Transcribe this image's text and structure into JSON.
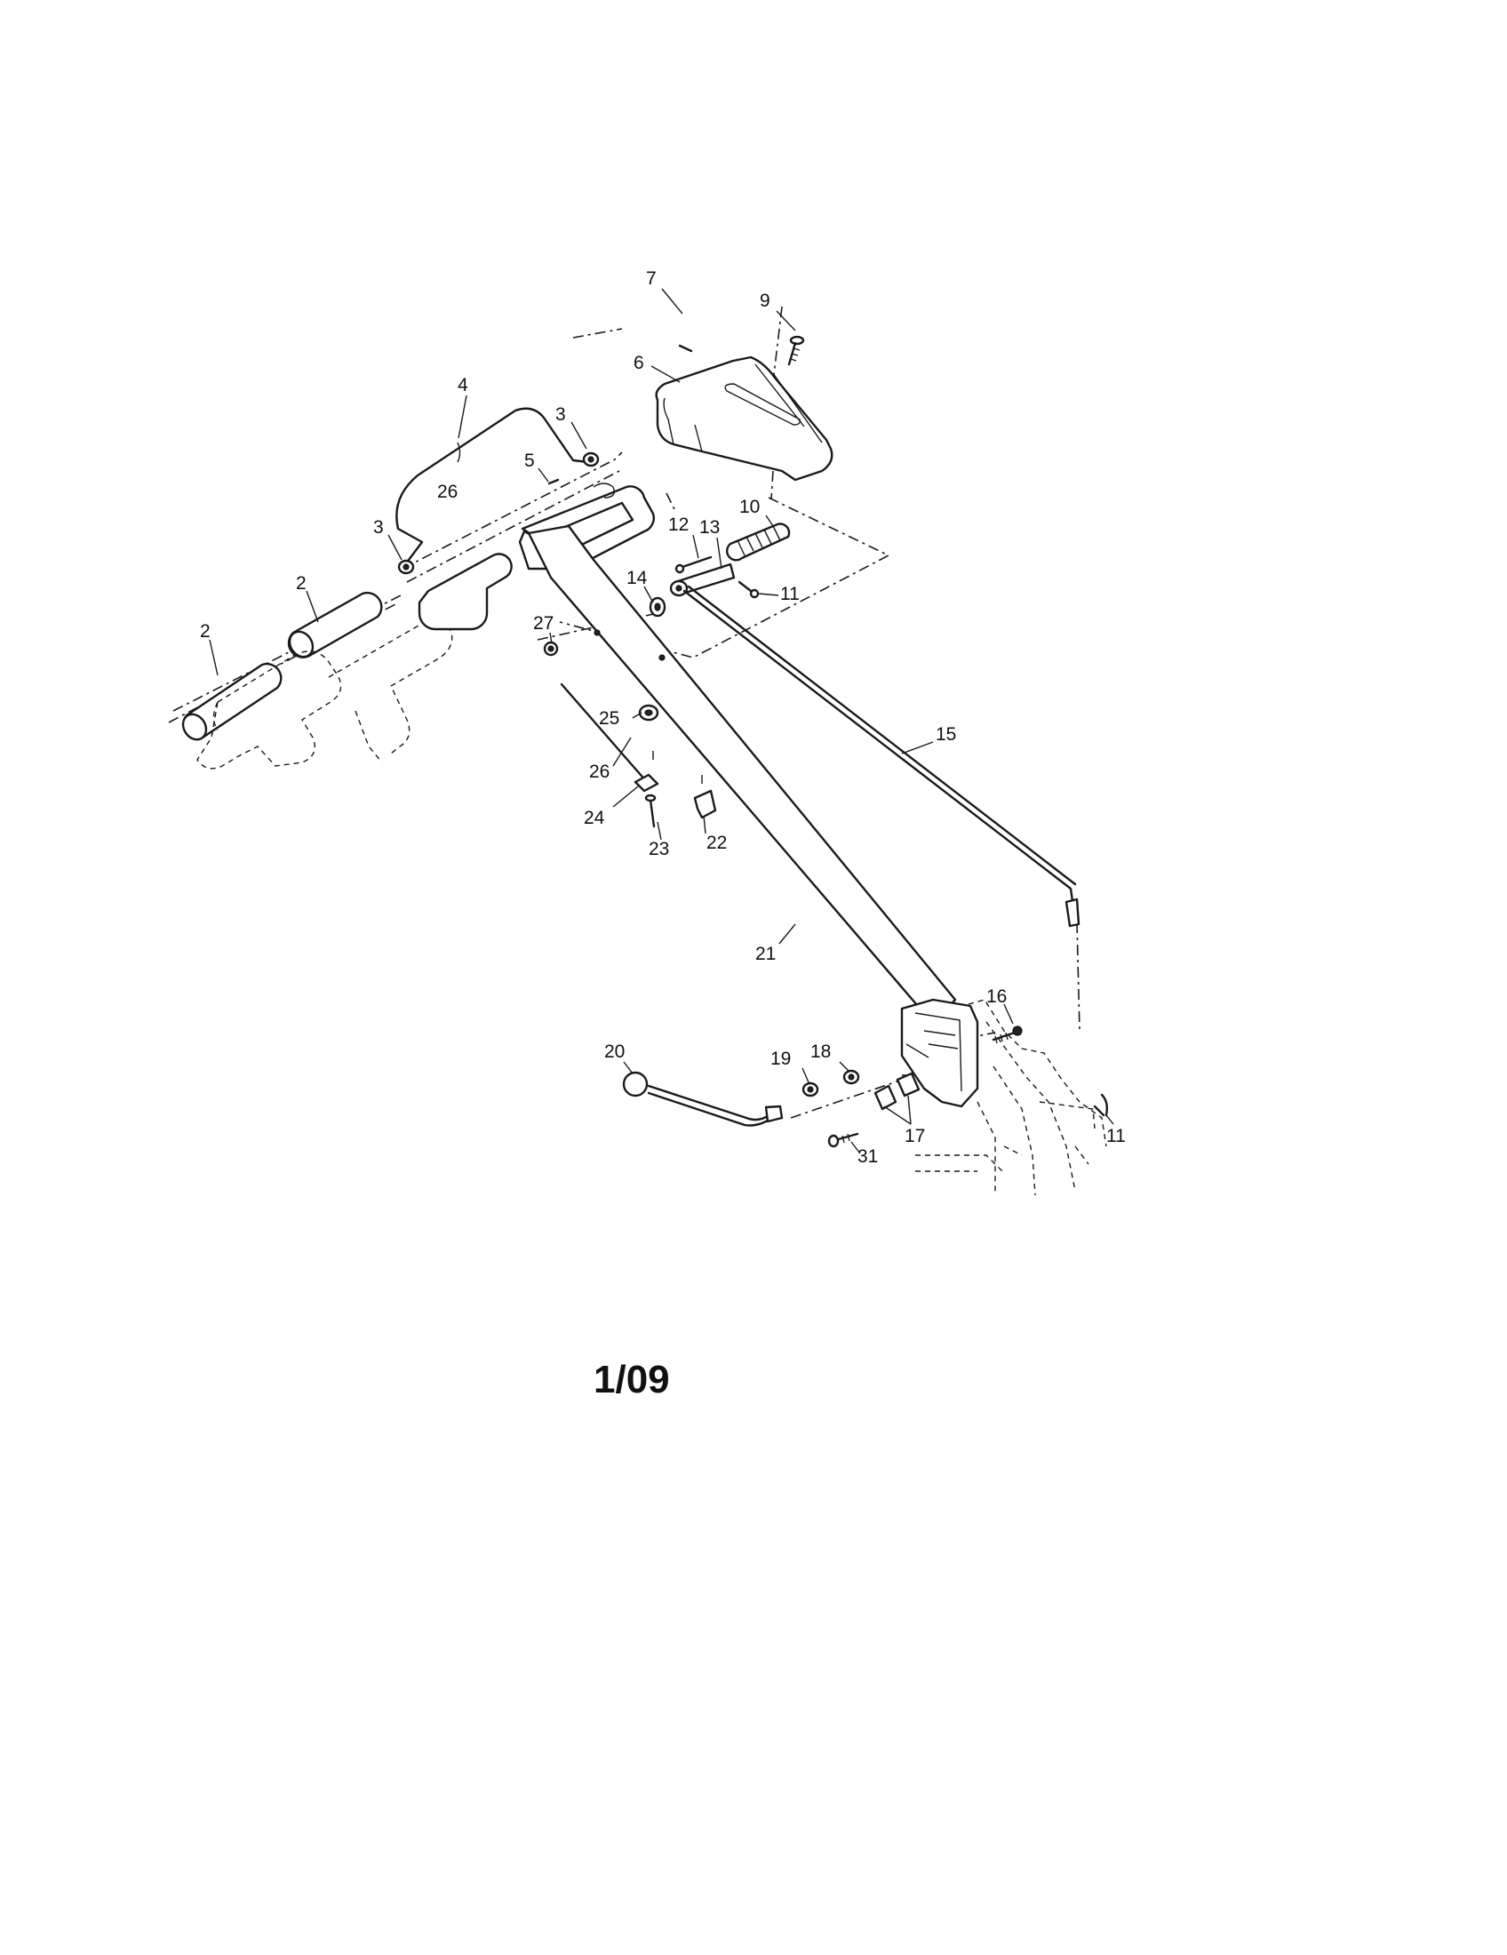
{
  "diagram": {
    "callouts": [
      {
        "id": "c7",
        "text": "7"
      },
      {
        "id": "c9",
        "text": "9"
      },
      {
        "id": "c6",
        "text": "6"
      },
      {
        "id": "c4",
        "text": "4"
      },
      {
        "id": "c3a",
        "text": "3"
      },
      {
        "id": "c26a",
        "text": "26"
      },
      {
        "id": "c5",
        "text": "5"
      },
      {
        "id": "c3b",
        "text": "3"
      },
      {
        "id": "c10",
        "text": "10"
      },
      {
        "id": "c12",
        "text": "12"
      },
      {
        "id": "c13",
        "text": "13"
      },
      {
        "id": "c2a",
        "text": "2"
      },
      {
        "id": "c2b",
        "text": "2"
      },
      {
        "id": "c14",
        "text": "14"
      },
      {
        "id": "c11a",
        "text": "11"
      },
      {
        "id": "c27",
        "text": "27"
      },
      {
        "id": "c25",
        "text": "25"
      },
      {
        "id": "c15",
        "text": "15"
      },
      {
        "id": "c26b",
        "text": "26"
      },
      {
        "id": "c24",
        "text": "24"
      },
      {
        "id": "c22",
        "text": "22"
      },
      {
        "id": "c23",
        "text": "23"
      },
      {
        "id": "c21",
        "text": "21"
      },
      {
        "id": "c16",
        "text": "16"
      },
      {
        "id": "c20",
        "text": "20"
      },
      {
        "id": "c19",
        "text": "19"
      },
      {
        "id": "c18",
        "text": "18"
      },
      {
        "id": "c17",
        "text": "17"
      },
      {
        "id": "c31",
        "text": "31"
      },
      {
        "id": "c11b",
        "text": "11"
      }
    ],
    "footer_code": "1/09"
  }
}
